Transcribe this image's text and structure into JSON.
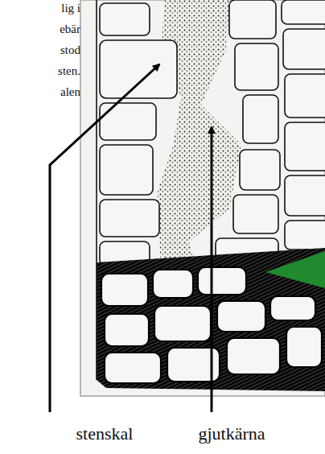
{
  "diagram": {
    "labels": [
      "lig i",
      "ebär",
      "stod",
      "sten.",
      "alen",
      "stenskal",
      "gjutkärna"
    ]
  }
}
